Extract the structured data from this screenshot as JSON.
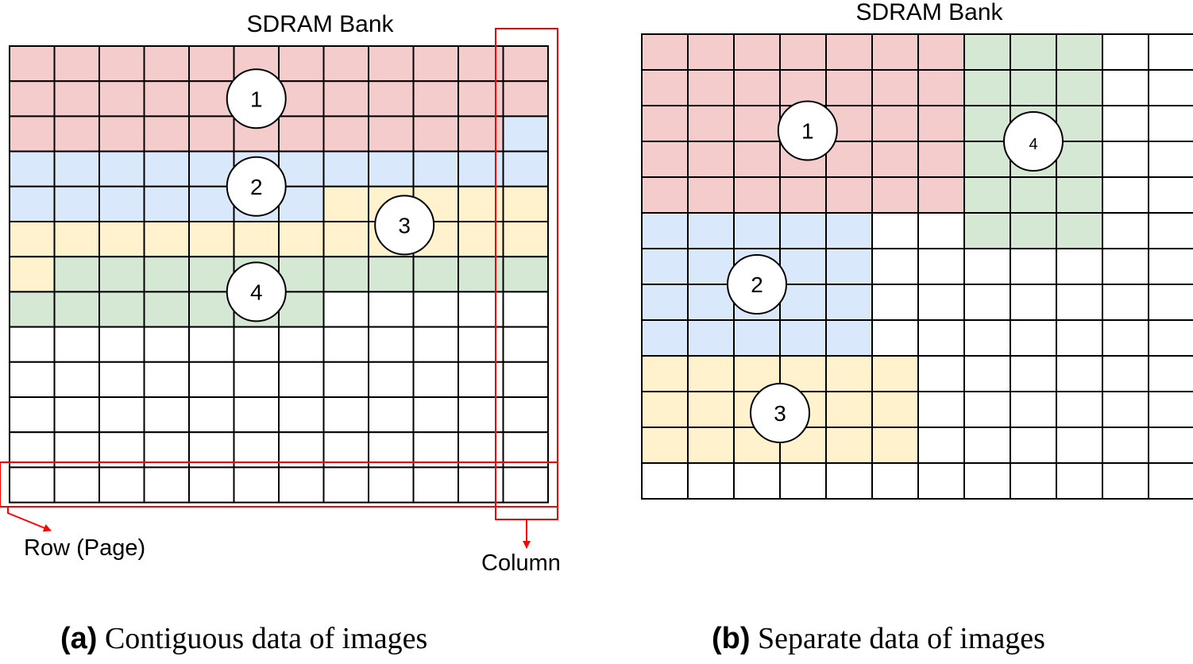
{
  "colors": {
    "red": "#f4cccc",
    "blue": "#dae8fc",
    "yellow": "#fff2cc",
    "green": "#d5e8d4",
    "empty": "#ffffff",
    "grid": "#000000",
    "highlight": "#ff0000"
  },
  "panel_a": {
    "title": "SDRAM Bank",
    "rows": 13,
    "cols": 12,
    "cells": [
      "RRRRRRRRRRRR",
      "RRRRRRRRRRRR",
      "RRRRRRRRRRRB",
      "BBBBBBBBBBBB",
      "BBBBBBBYYYYY",
      "YYYYYYYYYYYY",
      "YGGGGGGGGGGG",
      "GGGGGGG.....",
      "............",
      "............",
      "............",
      "............",
      "............"
    ],
    "markers": [
      {
        "label": "1",
        "row": 1.5,
        "col": 5.5
      },
      {
        "label": "2",
        "row": 4.0,
        "col": 5.5
      },
      {
        "label": "3",
        "row": 5.1,
        "col": 8.8
      },
      {
        "label": "4",
        "row": 7.0,
        "col": 5.5
      }
    ],
    "row_label": "Row (Page)",
    "column_label": "Column",
    "caption_letter": "(a)",
    "caption_text": "Contiguous data of images"
  },
  "panel_b": {
    "title": "SDRAM Bank",
    "rows": 13,
    "cols": 12,
    "cells": [
      "RRRRRRRGGG..",
      "RRRRRRRGGG..",
      "RRRRRRRGGG..",
      "RRRRRRRGGG..",
      "RRRRRRRGGG..",
      "BBBBB..GGG..",
      "BBBBB.......",
      "BBBBB.......",
      "BBBBB.......",
      "YYYYYY......",
      "YYYYYY......",
      "YYYYYY......",
      "............"
    ],
    "markers": [
      {
        "label": "1",
        "row": 2.7,
        "col": 3.6
      },
      {
        "label": "4",
        "row": 3.0,
        "col": 8.5
      },
      {
        "label": "2",
        "row": 7.0,
        "col": 2.5
      },
      {
        "label": "3",
        "row": 10.6,
        "col": 3.0
      }
    ],
    "caption_letter": "(b)",
    "caption_text": "Separate data of images"
  }
}
